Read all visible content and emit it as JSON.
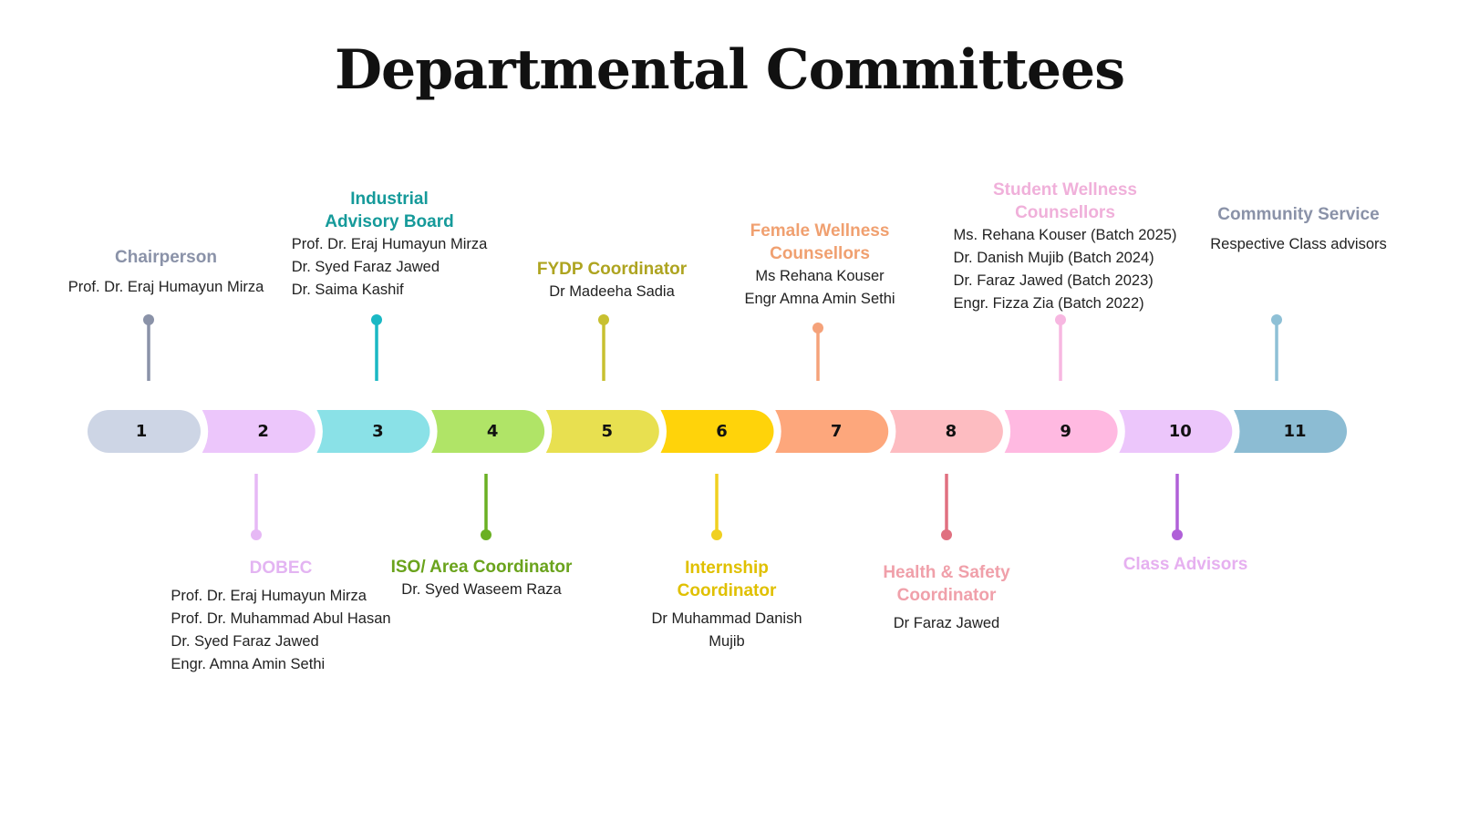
{
  "title": "Departmental Committees",
  "committees": [
    {
      "n": "1",
      "color": "#cdd5e5",
      "pin": "#8a92a8",
      "tc": "#8a92a8",
      "title": [
        "Chairperson"
      ],
      "members": [
        "Prof. Dr. Eraj Humayun Mirza"
      ]
    },
    {
      "n": "2",
      "color": "#ecc6fb",
      "pin": "#e6b8f5",
      "tc": "#e3b4f2",
      "title": [
        "DOBEC"
      ],
      "members": [
        "Prof. Dr. Eraj Humayun Mirza",
        "Prof. Dr. Muhammad Abul Hasan",
        "Dr. Syed Faraz Jawed",
        "Engr. Amna Amin Sethi"
      ]
    },
    {
      "n": "3",
      "color": "#8ae1e7",
      "pin": "#1ab8c4",
      "tc": "#159a9a",
      "title": [
        "Industrial",
        "Advisory Board"
      ],
      "members": [
        "Prof. Dr. Eraj Humayun Mirza",
        "Dr. Syed Faraz Jawed",
        "Dr. Saima Kashif"
      ]
    },
    {
      "n": "4",
      "color": "#b0e467",
      "pin": "#6ab023",
      "tc": "#6aa31c",
      "title": [
        "ISO/ Area Coordinator"
      ],
      "members": [
        "Dr. Syed Waseem Raza"
      ]
    },
    {
      "n": "5",
      "color": "#e8e050",
      "pin": "#c8c030",
      "tc": "#aea420",
      "title": [
        "FYDP Coordinator"
      ],
      "members": [
        "Dr Madeeha Sadia"
      ]
    },
    {
      "n": "6",
      "color": "#ffd30a",
      "pin": "#f0d020",
      "tc": "#e0c000",
      "title": [
        "Internship",
        "Coordinator"
      ],
      "members": [
        "Dr Muhammad Danish",
        "Mujib"
      ]
    },
    {
      "n": "7",
      "color": "#fda77c",
      "pin": "#f5a27a",
      "tc": "#f0a070",
      "title": [
        "Female Wellness",
        "Counsellors"
      ],
      "members": [
        "Ms Rehana Kouser",
        "Engr Amna Amin Sethi"
      ]
    },
    {
      "n": "8",
      "color": "#fdbcc1",
      "pin": "#e07080",
      "tc": "#f0a0aa",
      "title": [
        "Health & Safety",
        "Coordinator"
      ],
      "members": [
        "Dr Faraz Jawed"
      ]
    },
    {
      "n": "9",
      "color": "#ffb9e1",
      "pin": "#f7b7e1",
      "tc": "#f0b0da",
      "title": [
        "Student Wellness",
        "Counsellors"
      ],
      "members": [
        "Ms. Rehana Kouser (Batch 2025)",
        "Dr. Danish Mujib (Batch 2024)",
        "Dr. Faraz Jawed (Batch 2023)",
        "Engr. Fizza Zia (Batch 2022)"
      ]
    },
    {
      "n": "10",
      "color": "#ecc6fb",
      "pin": "#b060d8",
      "tc": "#e6b0f0",
      "title": [
        "Class Advisors"
      ],
      "members": []
    },
    {
      "n": "11",
      "color": "#8cbcd3",
      "pin": "#8ec0d6",
      "tc": "#8a92a8",
      "title": [
        "Community Service"
      ],
      "members": [
        "Respective Class advisors"
      ]
    }
  ]
}
